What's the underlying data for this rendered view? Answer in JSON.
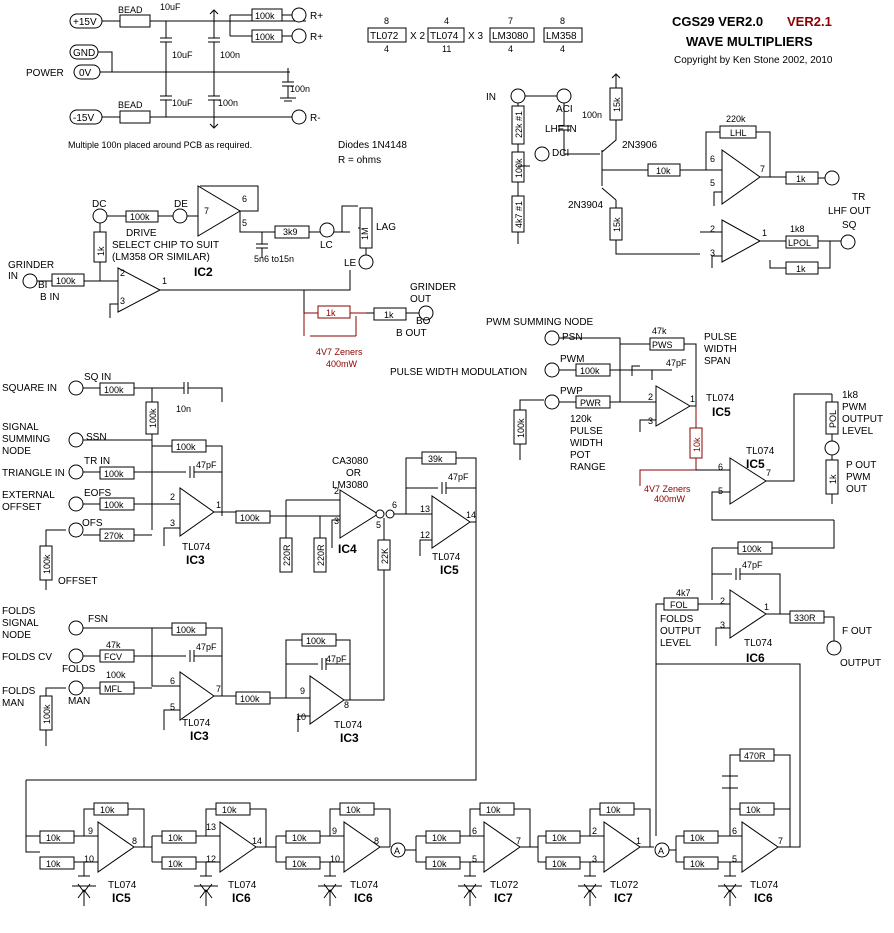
{
  "header": {
    "title": "CGS29 VER2.0",
    "title_rev": "VER2.1",
    "subtitle": "WAVE MULTIPLIERS",
    "copyright": "Copyright by Ken Stone 2002, 2010"
  },
  "notes": {
    "diodes": "Diodes 1N4148",
    "ohms": "R = ohms",
    "bypass": "Multiple 100n placed around PCB as required."
  },
  "chips": {
    "tl072": "TL072",
    "tl072_qty": "X 2",
    "tl074": "TL074",
    "tl074_qty": "X 3",
    "lm3080": "LM3080",
    "lm358": "LM358",
    "pin8": "8",
    "pin4": "4",
    "pin7": "7",
    "pin11": "11"
  },
  "power": {
    "p15": "+15V",
    "gnd": "GND",
    "zero": "0V",
    "n15": "-15V",
    "label": "POWER",
    "bead": "BEAD",
    "c10u": "10uF",
    "c100n": "100n",
    "r100k": "100k",
    "rplus": "R+",
    "rminus": "R-"
  },
  "ic2": {
    "dc": "DC",
    "de": "DE",
    "drive": "DRIVE",
    "select1": "SELECT CHIP TO SUIT",
    "select2": "(LM358 OR SIMILAR)",
    "name": "IC2",
    "r100k": "100k",
    "r1k": "1k",
    "r3k9": "3k9",
    "cap": "5n6 to15n",
    "lc": "LC",
    "lag": "LAG",
    "r1m": "1M",
    "le": "LE",
    "grinder_in": "GRINDER",
    "in": "IN",
    "bi": "BI",
    "b_in": "B IN",
    "grinder_out": "GRINDER",
    "out": "OUT",
    "bo": "BO",
    "b_out": "B OUT",
    "r1k_red": "1k",
    "r1k_out": "1k",
    "zeners": "4V7 Zeners",
    "mw": "400mW",
    "p1": "1",
    "p2": "2",
    "p3": "3",
    "p5": "5",
    "p6": "6",
    "p7": "7"
  },
  "lhf": {
    "in": "IN",
    "aci": "ACI",
    "lhf_in": "LHF IN",
    "c100n": "100n",
    "dci": "DCI",
    "r22k": "22k #1",
    "r100k": "100k",
    "r4k7": "4k7 #1",
    "r15k": "15k",
    "q1": "2N3906",
    "q2": "2N3904",
    "r10k": "10k",
    "r220k": "220k",
    "lhl": "LHL",
    "r1k": "1k",
    "tr": "TR",
    "lhf_out": "LHF OUT",
    "r1k8": "1k8",
    "lpol": "LPOL",
    "sq": "SQ",
    "p1": "1",
    "p2": "2",
    "p3": "3",
    "p5": "5",
    "p6": "6",
    "p7": "7"
  },
  "pwm": {
    "summing": "PWM SUMMING NODE",
    "psn": "PSN",
    "pwm": "PWM",
    "modulation": "PULSE WIDTH MODULATION",
    "pwp": "PWP",
    "r47k": "47k",
    "pws": "PWS",
    "c47p": "47pF",
    "r100k": "100k",
    "pwr": "PWR",
    "r120k": "120k",
    "span1": "PULSE",
    "span2": "WIDTH",
    "span3": "SPAN",
    "pot1": "PULSE",
    "pot2": "WIDTH",
    "pot3": "POT",
    "pot4": "RANGE",
    "tl074": "TL074",
    "ic5": "IC5",
    "r10k": "10k",
    "zeners": "4V7 Zeners",
    "mw": "400mW",
    "r1k8": "1k8",
    "pol": "POL",
    "pwm_out1": "PWM",
    "pwm_out2": "OUTPUT",
    "pwm_out3": "LEVEL",
    "r1k": "1k",
    "p_out": "P OUT",
    "pwm_o": "PWM",
    "out": "OUT",
    "p2": "2",
    "p3": "3",
    "p1": "1",
    "p5": "5",
    "p6": "6",
    "p7": "7"
  },
  "main": {
    "square_in": "SQUARE IN",
    "sq_in": "SQ IN",
    "c10n": "10n",
    "signal1": "SIGNAL",
    "signal2": "SUMMING",
    "signal3": "NODE",
    "ssn": "SSN",
    "triangle": "TRIANGLE IN",
    "tr_in": "TR IN",
    "external1": "EXTERNAL",
    "external2": "OFFSET",
    "eofs": "EOFS",
    "ofs": "OFS",
    "offset": "OFFSET",
    "r100k": "100k",
    "r270k": "270k",
    "c47p": "47pF",
    "tl074": "TL074",
    "ic3": "IC3",
    "ca3080": "CA3080",
    "or": "OR",
    "lm3080": "LM3080",
    "ic4": "IC4",
    "r220r": "220R",
    "r22k": "22K",
    "r39k": "39k",
    "ic5": "IC5",
    "folds1": "FOLDS",
    "folds2": "SIGNAL",
    "folds3": "NODE",
    "fsn": "FSN",
    "folds_cv": "FOLDS CV",
    "r47k": "47k",
    "fcv": "FCV",
    "folds": "FOLDS",
    "man1": "FOLDS",
    "man2": "MAN",
    "man": "MAN",
    "mfl": "MFL",
    "r4k7": "4k7",
    "fol": "FOL",
    "fol1": "FOLDS",
    "fol2": "OUTPUT",
    "fol3": "LEVEL",
    "r330": "330R",
    "ic6": "IC6",
    "f_out": "F OUT",
    "output": "OUTPUT",
    "p1": "1",
    "p2": "2",
    "p3": "3",
    "p5": "5",
    "p6": "6",
    "p7": "7",
    "p8": "8",
    "p9": "9",
    "p10": "10",
    "p12": "12",
    "p13": "13",
    "p14": "14"
  },
  "chain": {
    "r10k": "10k",
    "r470": "470R",
    "tl074": "TL074",
    "tl072": "TL072",
    "ic5": "IC5",
    "ic6": "IC6",
    "ic7": "IC7",
    "a": "A",
    "p1": "1",
    "p2": "2",
    "p3": "3",
    "p5": "5",
    "p6": "6",
    "p7": "7",
    "p8": "8",
    "p9": "9",
    "p10": "10",
    "p12": "12",
    "p13": "13",
    "p14": "14"
  }
}
